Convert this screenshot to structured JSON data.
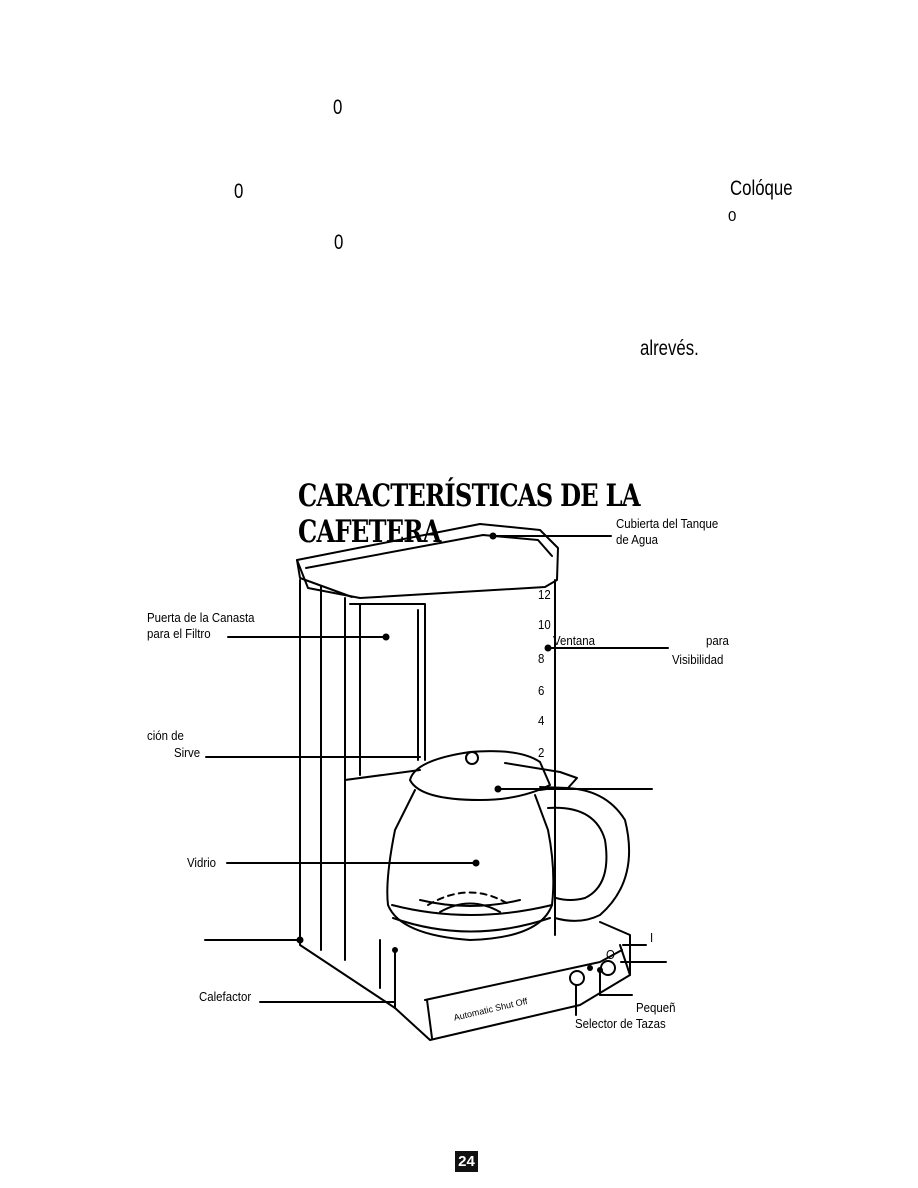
{
  "fragments": {
    "f1": "0",
    "f2": "0",
    "f3": "Colóque",
    "f4": "0",
    "f5": "0",
    "f6": "alrevés."
  },
  "section_title": "CARACTERÍSTICAS DE LA CAFETERA",
  "labels": {
    "cubierta_line1": "Cubierta del Tanque",
    "cubierta_line2": "de Agua",
    "puerta_line1": "Puerta de la Canasta",
    "puerta_line2": "para el Filtro",
    "ventana": "Ventana",
    "ventana_para": "para",
    "ventana_visibilidad": "Visibilidad",
    "sirve_line1": "ción de",
    "sirve_line2": "Sirve",
    "vidrio": "Vidrio",
    "calefactor": "Calefactor",
    "selector": "Selector de Tazas",
    "pequen": "Pequeñ",
    "control_mark": "I",
    "control_o": "O",
    "panel_text": "Automatic Shut Off",
    "scale_12": "12",
    "scale_10": "10",
    "scale_8": "8",
    "scale_6": "6",
    "scale_4": "4",
    "scale_2": "2"
  },
  "page_number": "24"
}
